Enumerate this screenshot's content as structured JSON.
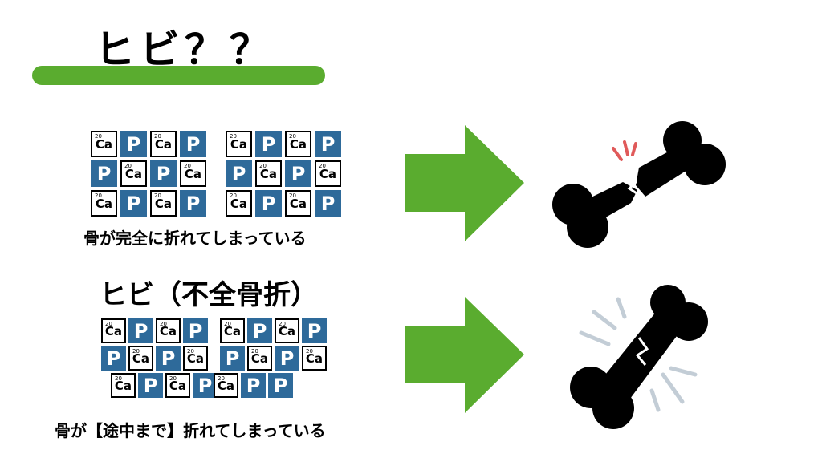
{
  "title": "ヒビ？？",
  "top": {
    "caption": "骨が完全に折れてしまっている"
  },
  "bottom": {
    "heading": "ヒビ（不全骨折）",
    "caption": "骨が【途中まで】折れてしまっている"
  },
  "tiles": {
    "p_symbol": "P",
    "ca_symbol": "Ca",
    "ca_number": "20"
  },
  "colors": {
    "accent_green": "#5aac2f",
    "phosphorus_blue": "#2e6a9a",
    "crack_red": "#e05a5a",
    "shock_lines_gray": "#c3cdd6"
  },
  "icons": [
    "arrow-right-icon",
    "broken-bone-icon",
    "cracked-bone-icon"
  ]
}
